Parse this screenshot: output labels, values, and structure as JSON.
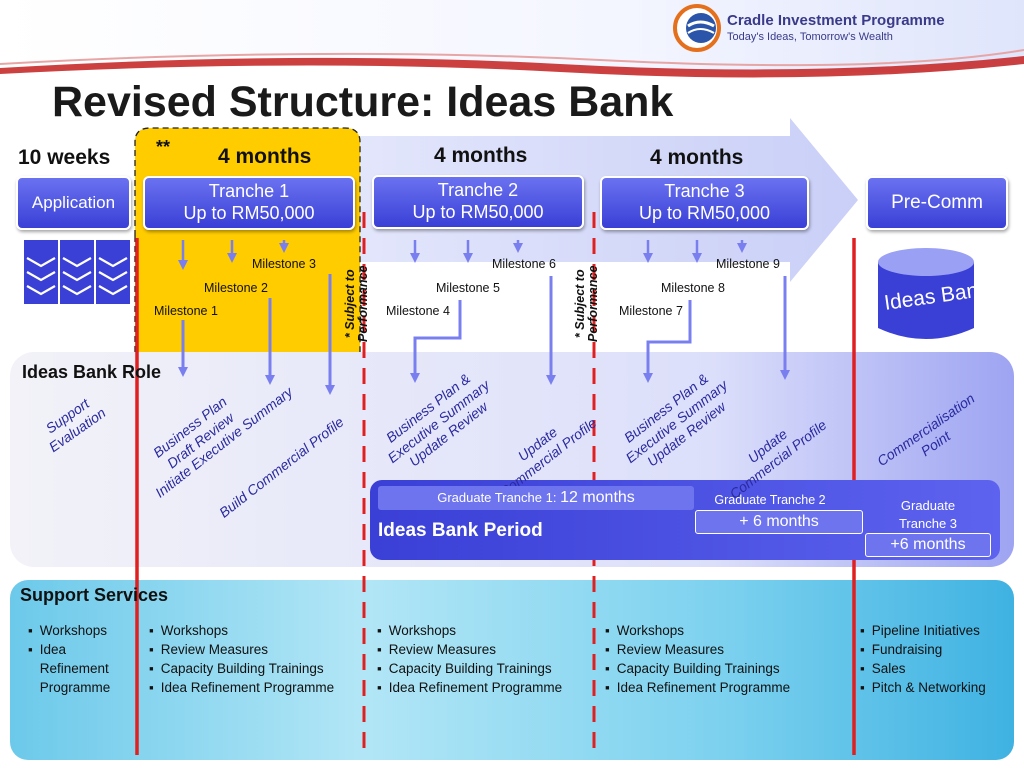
{
  "header": {
    "logo_name": "Cradle Investment Programme",
    "logo_tagline": "Today's Ideas, Tomorrow's Wealth",
    "title": "Revised Structure: Ideas Bank"
  },
  "timeline": {
    "durations": [
      "10 weeks",
      "4 months",
      "4 months",
      "4 months"
    ],
    "asterisks": "**",
    "application_label": "Application",
    "precomm_label": "Pre-Comm",
    "tranches": [
      {
        "title": "Tranche 1",
        "amount": "Up to RM50,000"
      },
      {
        "title": "Tranche 2",
        "amount": "Up to RM50,000"
      },
      {
        "title": "Tranche 3",
        "amount": "Up to RM50,000"
      }
    ],
    "milestones": [
      "Milestone 1",
      "Milestone 2",
      "Milestone 3",
      "Milestone 4",
      "Milestone 5",
      "Milestone 6",
      "Milestone 7",
      "Milestone 8",
      "Milestone 9"
    ],
    "subject_to": [
      "* Subject to",
      "Performance"
    ],
    "ideas_bank_label": "Ideas Bank"
  },
  "role": {
    "heading": "Ideas Bank Role",
    "support": [
      "Support",
      "Evaluation"
    ],
    "t1": {
      "a": [
        "Business Plan",
        "Draft Review"
      ],
      "b": "Initiate Executive Summary",
      "c": "Build Commercial Profile"
    },
    "t2": {
      "a": [
        "Business Plan &",
        "Executive Summary",
        "Update Review"
      ],
      "b": [
        "Update",
        "Commercial Profile"
      ]
    },
    "t3": {
      "a": [
        "Business Plan &",
        "Executive Summary",
        "Update Review"
      ],
      "b": [
        "Update",
        "Commercial Profile"
      ]
    },
    "commercialisation": [
      "Commercialisation",
      "Point"
    ],
    "period_label": "Ideas Bank Period",
    "grad1_label": "Graduate Tranche 1:",
    "grad1_value": "12 months",
    "grad2_label": "Graduate Tranche 2",
    "grad2_value": "+ 6 months",
    "grad3_label": [
      "Graduate",
      "Tranche 3"
    ],
    "grad3_value": "+6 months"
  },
  "support_services": {
    "heading": "Support Services",
    "col1": [
      "Workshops",
      "Idea",
      "Refinement",
      "Programme"
    ],
    "col_tranche": [
      "Workshops",
      "Review Measures",
      "Capacity Building Trainings",
      "Idea Refinement Programme"
    ],
    "col5": [
      "Pipeline Initiatives",
      "Fundraising",
      "Sales",
      "Pitch & Networking"
    ]
  },
  "colors": {
    "accent_blue": "#3a3fd6",
    "highlight_yellow": "#ffcc00",
    "divider_red": "#e02020",
    "arrow_blue": "#7a7ff0"
  }
}
